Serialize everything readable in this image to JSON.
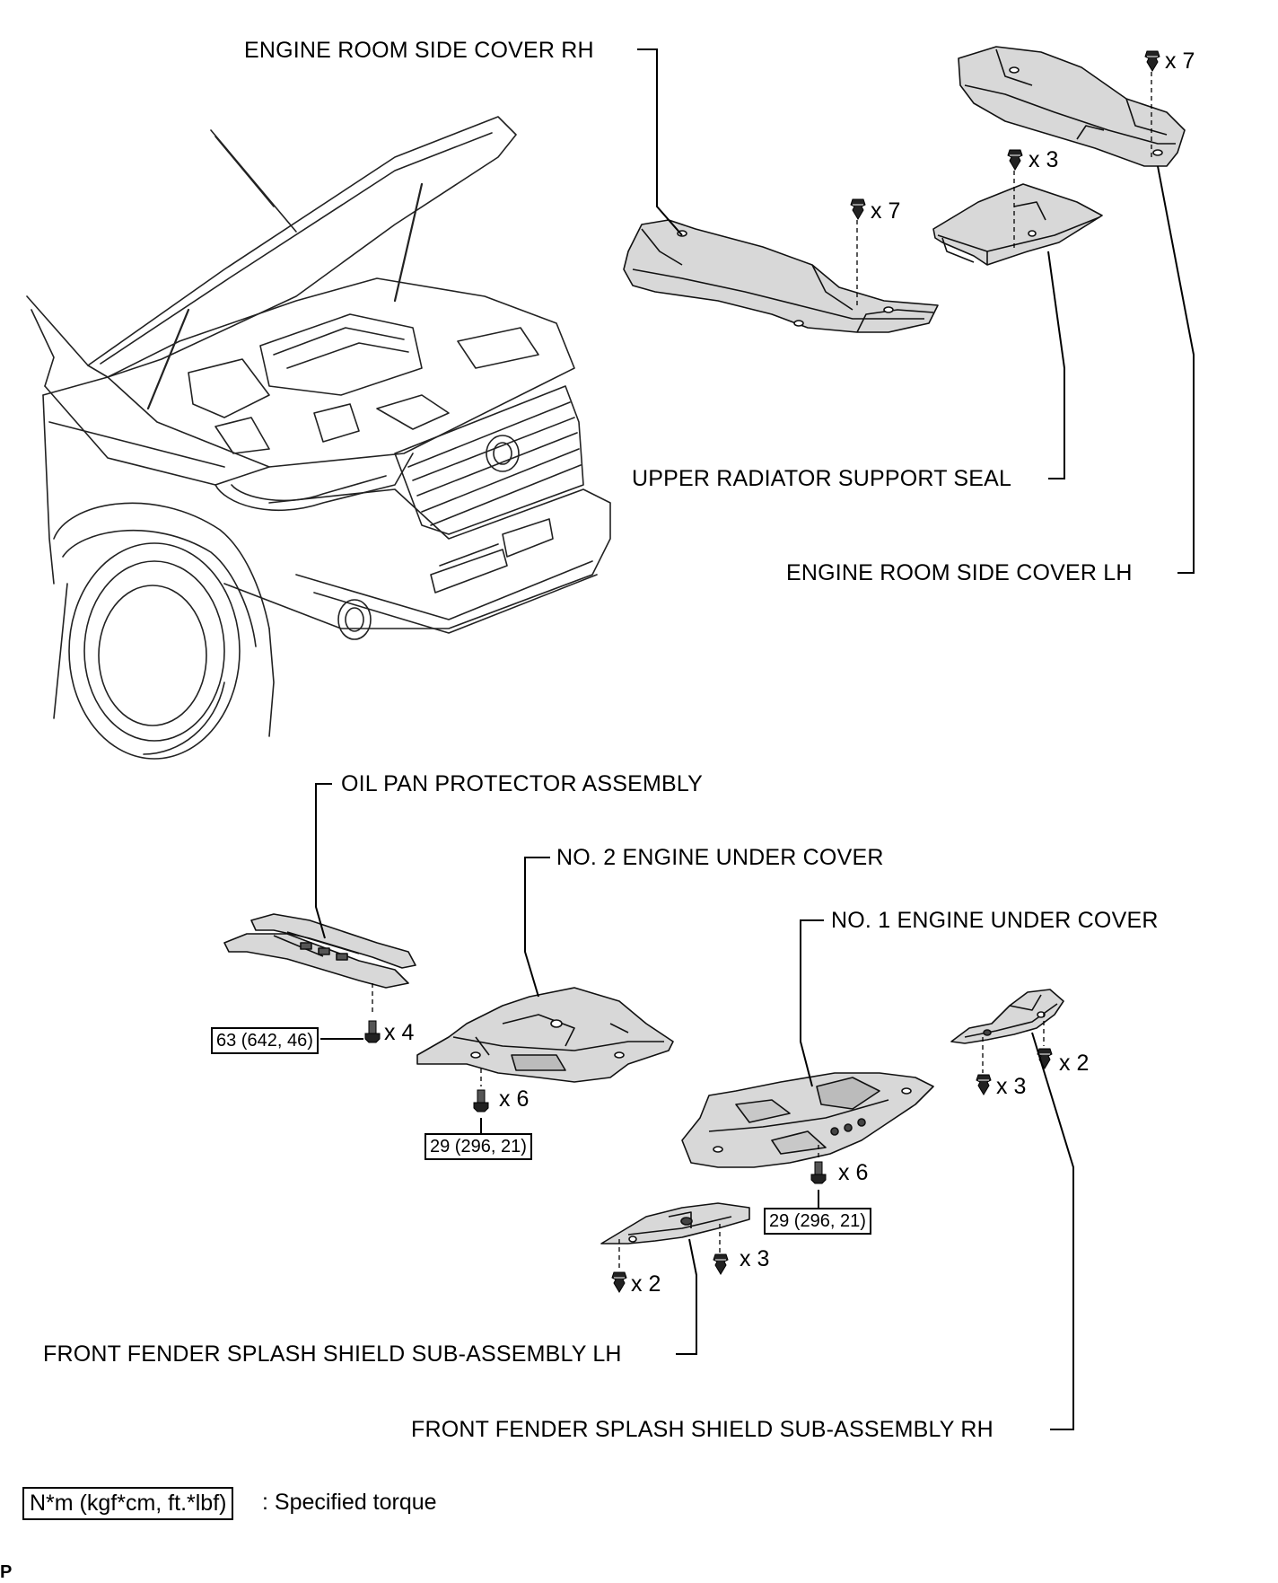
{
  "labels": {
    "engine_room_side_cover_rh": "ENGINE ROOM SIDE COVER RH",
    "upper_radiator_support_seal": "UPPER RADIATOR SUPPORT SEAL",
    "engine_room_side_cover_lh": "ENGINE ROOM SIDE COVER LH",
    "oil_pan_protector_assembly": "OIL PAN PROTECTOR ASSEMBLY",
    "no2_engine_under_cover": "NO. 2 ENGINE UNDER COVER",
    "no1_engine_under_cover": "NO. 1 ENGINE UNDER COVER",
    "front_fender_splash_shield_lh": "FRONT FENDER SPLASH SHIELD SUB-ASSEMBLY LH",
    "front_fender_splash_shield_rh": "FRONT FENDER SPLASH SHIELD SUB-ASSEMBLY RH"
  },
  "quantities": {
    "rh_cover_clips": "x 7",
    "lh_cover_clips": "x 7",
    "seal_clips": "x 3",
    "oil_pan_bolts": "x 4",
    "no2_bolts": "x 6",
    "no1_bolts": "x 6",
    "shield_lh_a": "x 3",
    "shield_lh_b": "x 2",
    "shield_rh_a": "x 3",
    "shield_rh_b": "x 2"
  },
  "torques": {
    "oil_pan": "63 (642, 46)",
    "no2": "29 (296, 21)",
    "no1": "29 (296, 21)"
  },
  "legend": {
    "unit": "N*m (kgf*cm, ft.*lbf)",
    "text": ": Specified torque"
  },
  "corner_mark": "P"
}
